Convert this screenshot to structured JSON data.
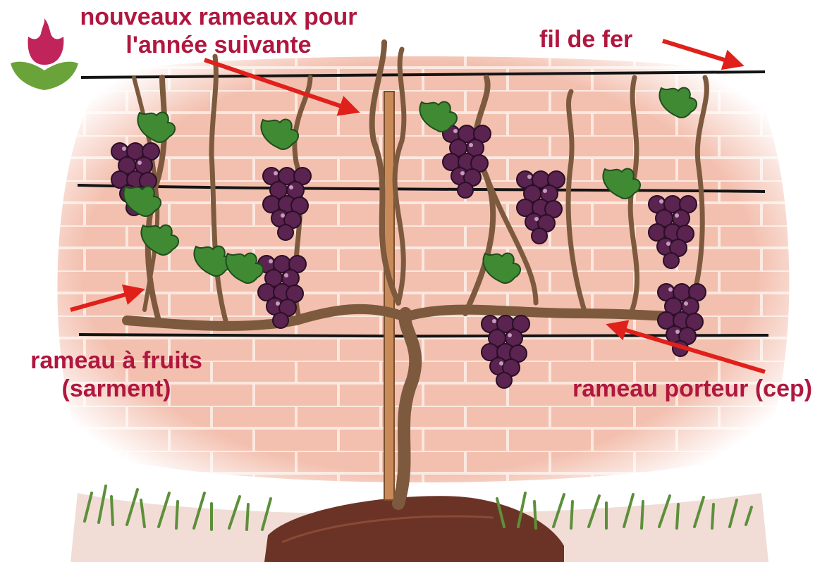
{
  "labels": {
    "new_shoots": {
      "line1": "nouveaux rameaux pour",
      "line2": "l'année suivante"
    },
    "wire": "fil de fer",
    "fruit_branch": {
      "line1": "rameau à fruits",
      "line2": "(sarment)"
    },
    "carrier_branch": "rameau porteur (cep)"
  },
  "colors": {
    "label_text": "#b0173f",
    "arrow": "#e0201a",
    "wall": "#f3bfae",
    "mortar": "#fbe8df",
    "wire": "#141414",
    "vine": "#7d5a3e",
    "grape": "#5a2350",
    "leaf": "#3f8a33",
    "soil": "#6b3326",
    "grass": "#5d8f3a",
    "logo_petal": "#c0245a",
    "logo_leaf": "#6aa33a"
  },
  "icons": [
    "tulip-logo-icon",
    "arrow-icon"
  ]
}
